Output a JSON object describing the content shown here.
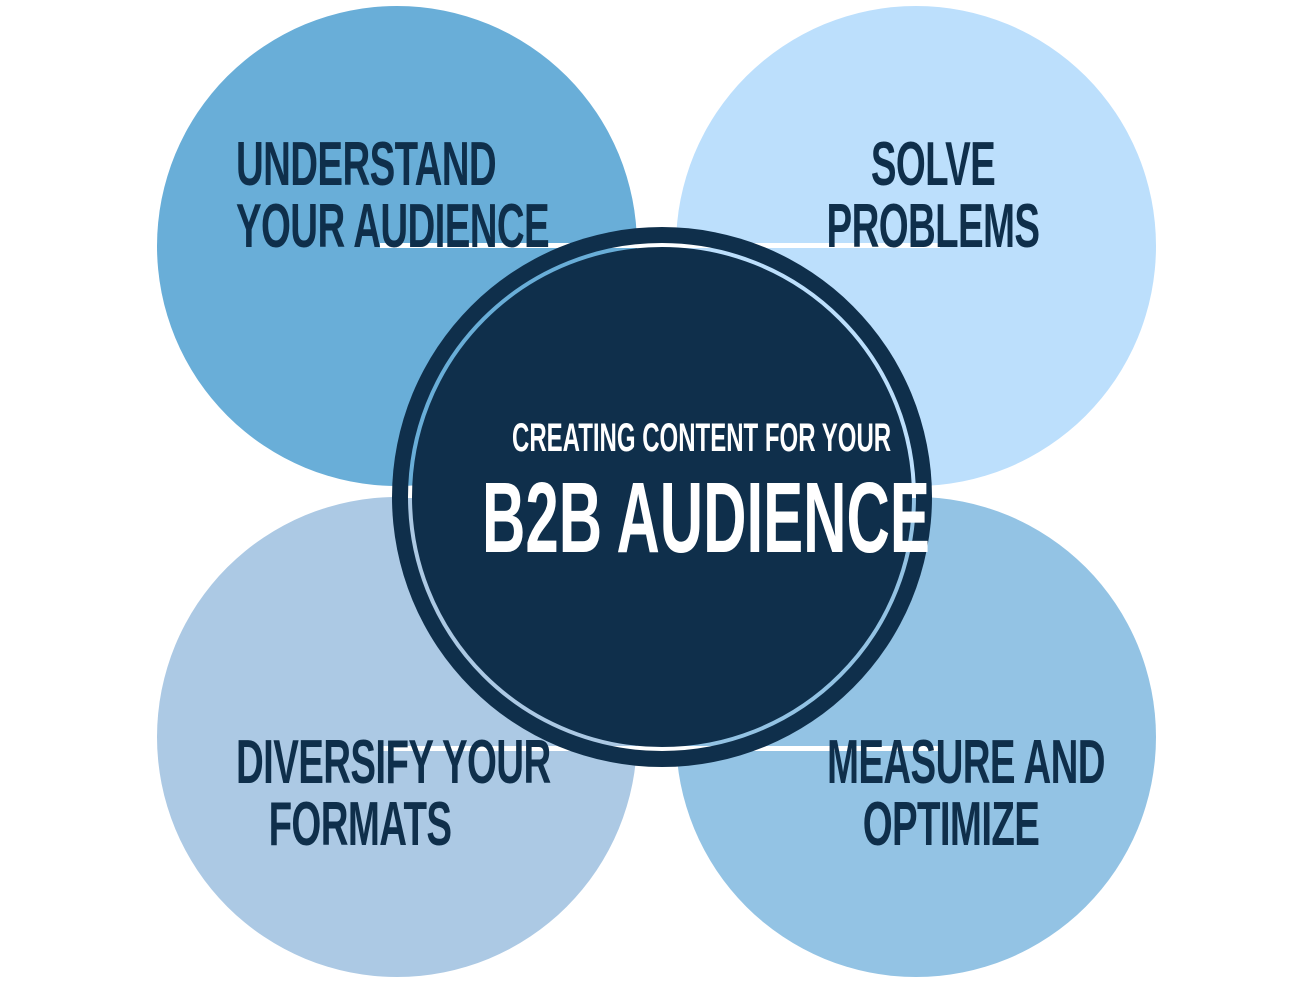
{
  "colors": {
    "top_left": "#69aed8",
    "top_right": "#bcdffc",
    "bottom_left": "#acc9e4",
    "bottom_right": "#93c3e4",
    "center": "#0f2f4b",
    "text": "#0f2f4b"
  },
  "quadrants": {
    "top_left": [
      "UNDERSTAND",
      "YOUR AUDIENCE"
    ],
    "top_right": [
      "SOLVE",
      "PROBLEMS"
    ],
    "bottom_left": [
      "DIVERSIFY YOUR",
      "FORMATS"
    ],
    "bottom_right": [
      "MEASURE AND",
      "OPTIMIZE"
    ]
  },
  "center": {
    "subtitle": "CREATING CONTENT FOR YOUR",
    "title": "B2B AUDIENCE"
  }
}
